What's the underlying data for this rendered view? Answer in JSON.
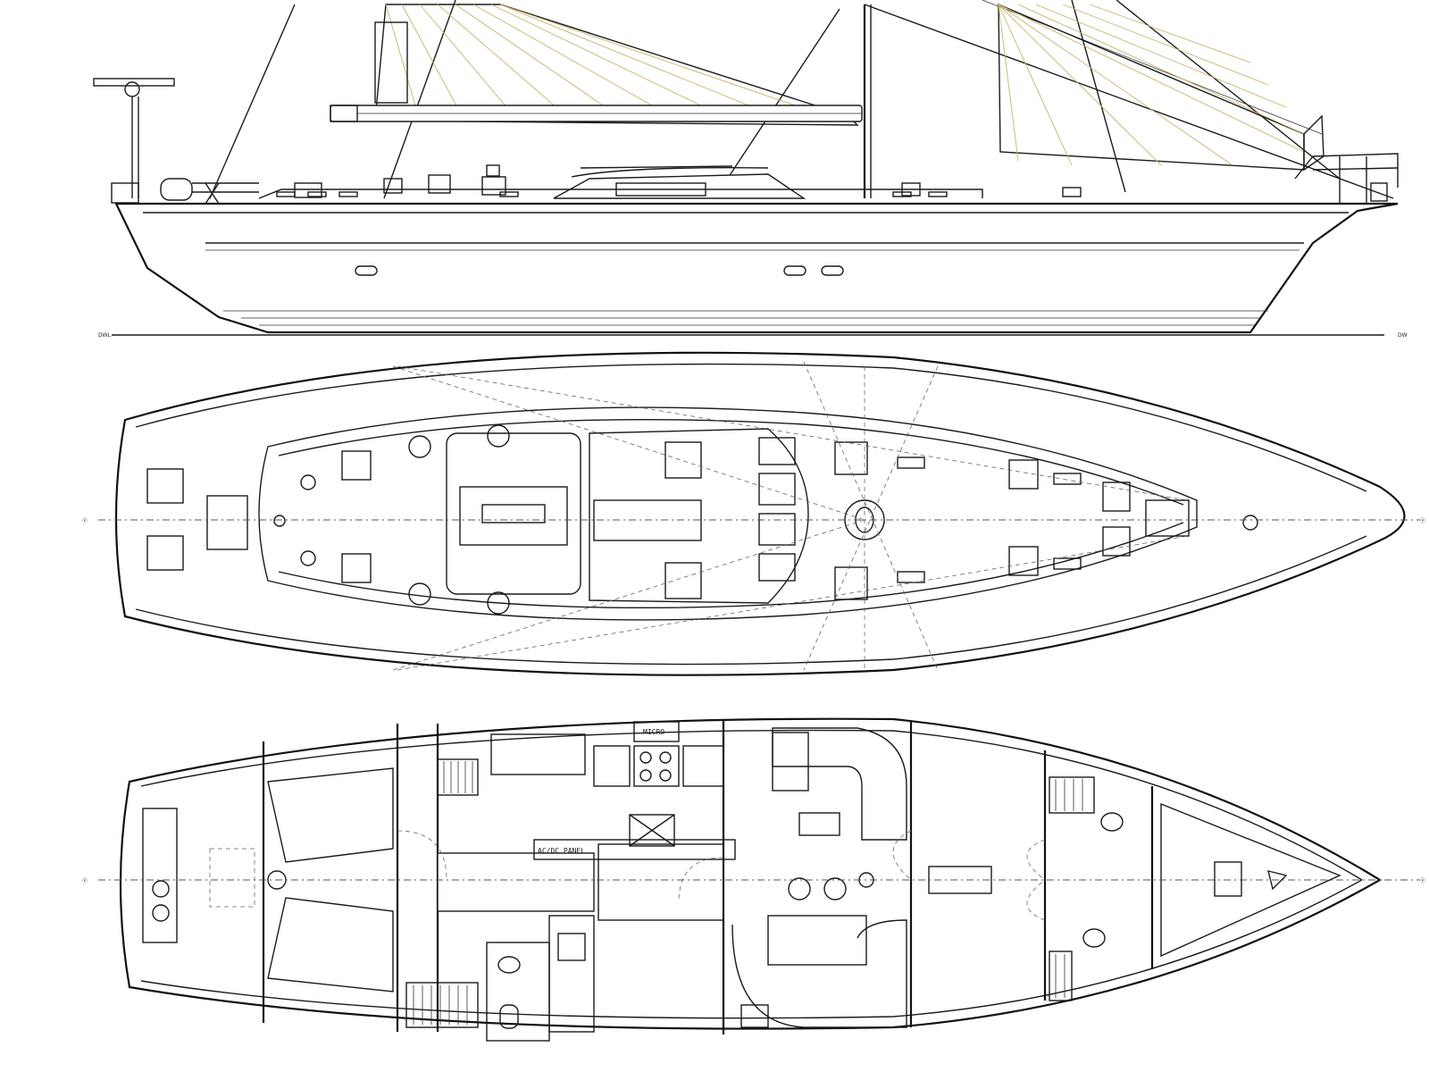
{
  "drawing": {
    "profile_view": {
      "waterline_label_left": "DWL",
      "waterline_label_right": "DW"
    },
    "deck_plan": {
      "centerline_label_left": "ⓔ",
      "centerline_label_right": "ⓔ"
    },
    "interior_plan": {
      "label_micro": "MICRO",
      "label_panel": "AC/DC PANEL",
      "centerline_label_left": "ⓔ",
      "centerline_label_right": "ⓔ"
    }
  },
  "colors": {
    "line": "#1b1b1b",
    "sail_radials": "#c9b36a",
    "paper": "#ffffff"
  }
}
